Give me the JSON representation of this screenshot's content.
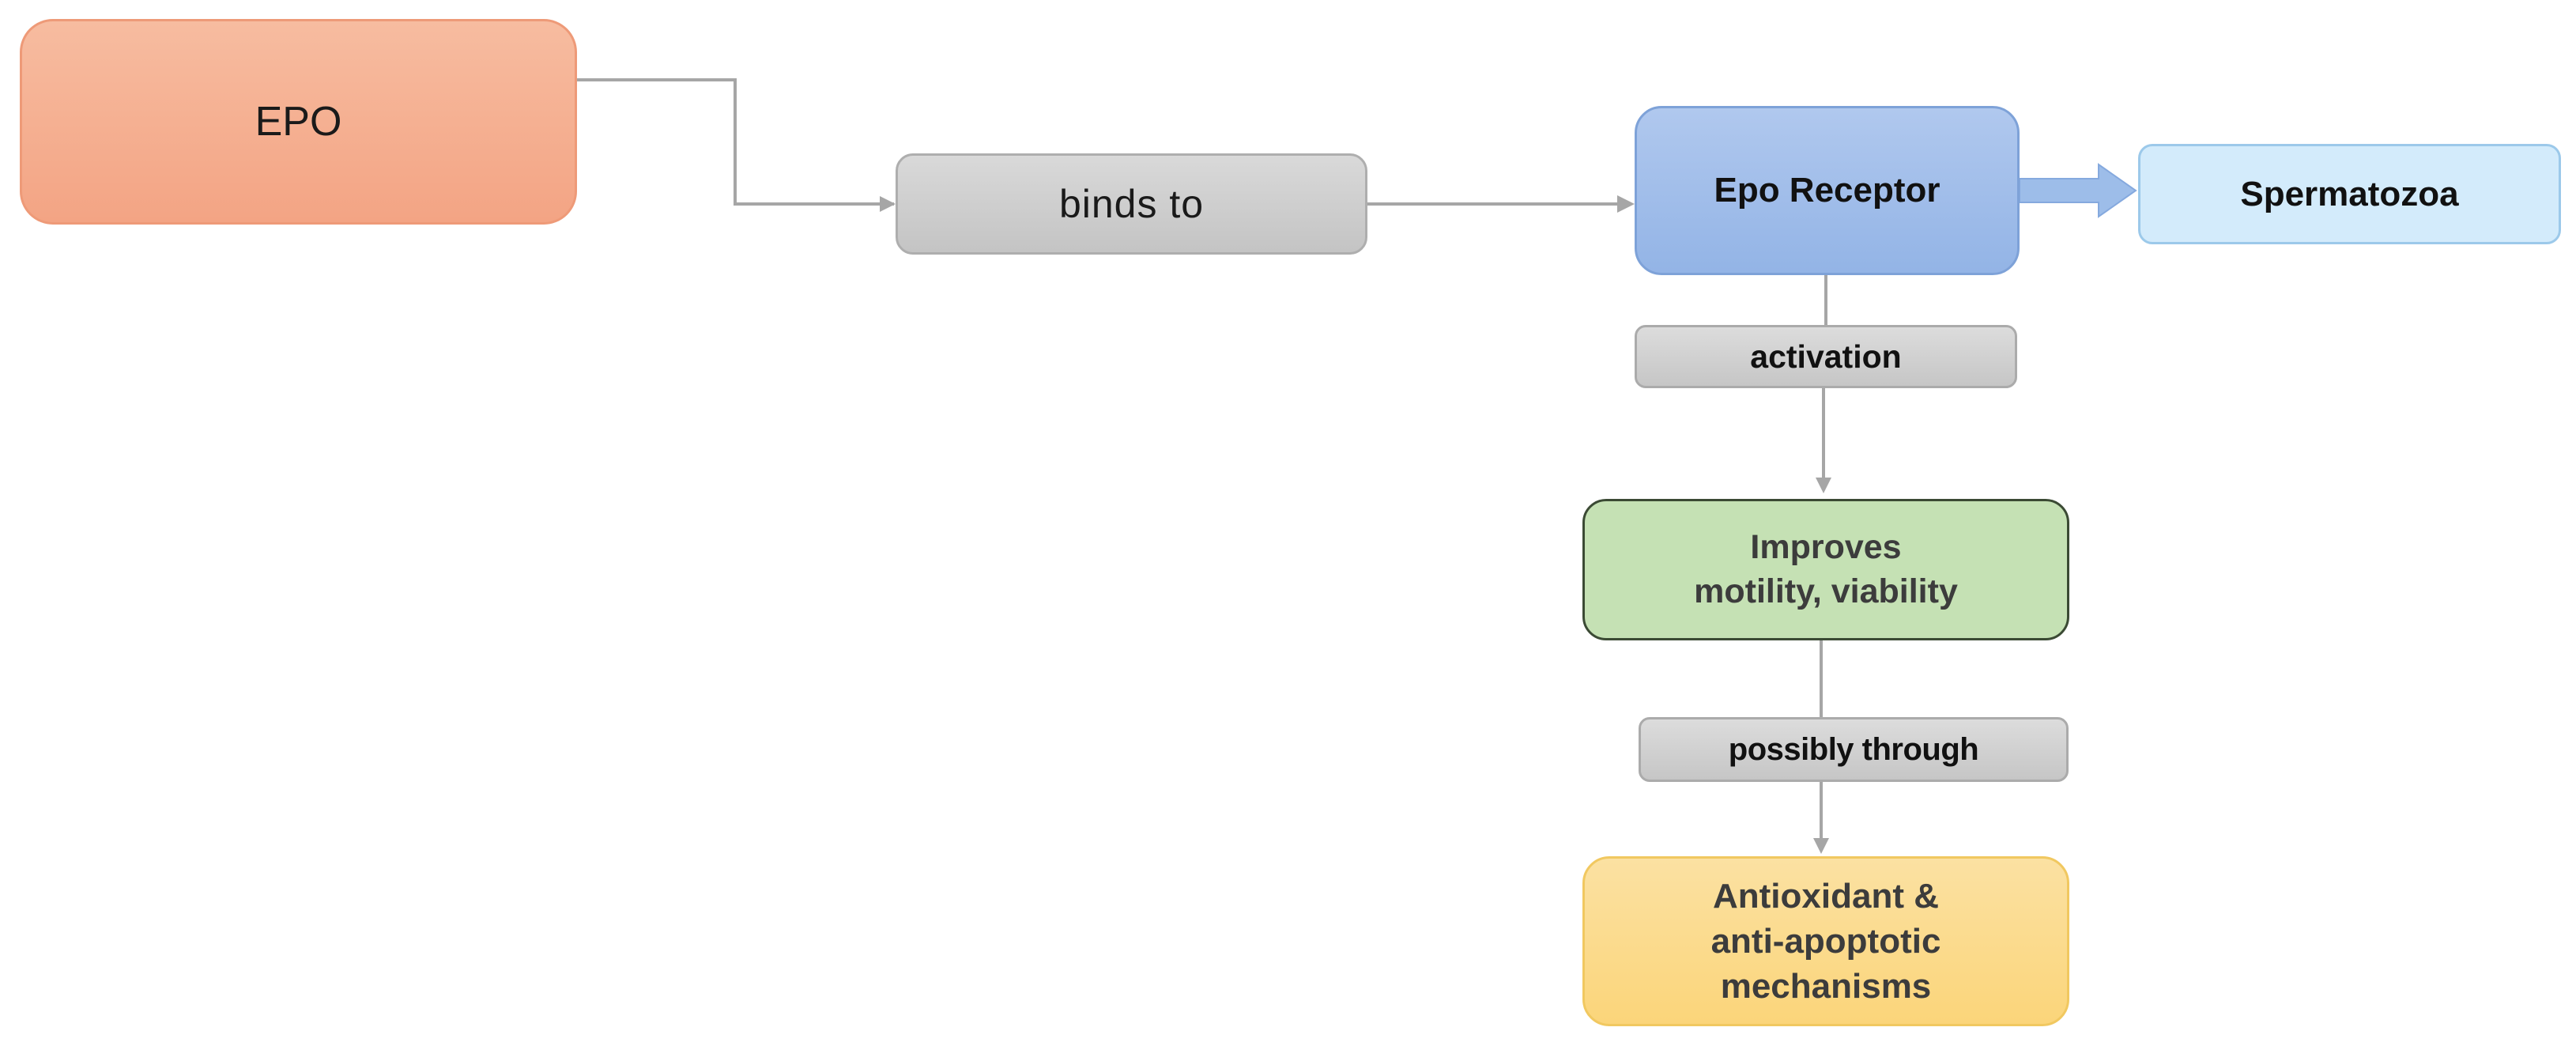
{
  "diagram": {
    "nodes": {
      "epo": "EPO",
      "binds_to": "binds to",
      "epo_receptor": "Epo Receptor",
      "spermatozoa": "Spermatozoa",
      "activation": "activation",
      "improves": "Improves\nmotility,  viability",
      "possibly_through": "possibly through",
      "antioxidant": "Antioxidant &\nanti-apoptotic\nmechanisms"
    },
    "colors": {
      "connector": "#a6a6a6",
      "epo_fill": "#f5ae8f",
      "receptor_fill": "#a2bdea",
      "spermatozoa_fill": "#d3ebfb",
      "improves_fill": "#c5e1b4",
      "antioxidant_fill": "#fbd98a",
      "label_fill": "#cfcfcf",
      "block_arrow": "#9dbde9"
    }
  }
}
